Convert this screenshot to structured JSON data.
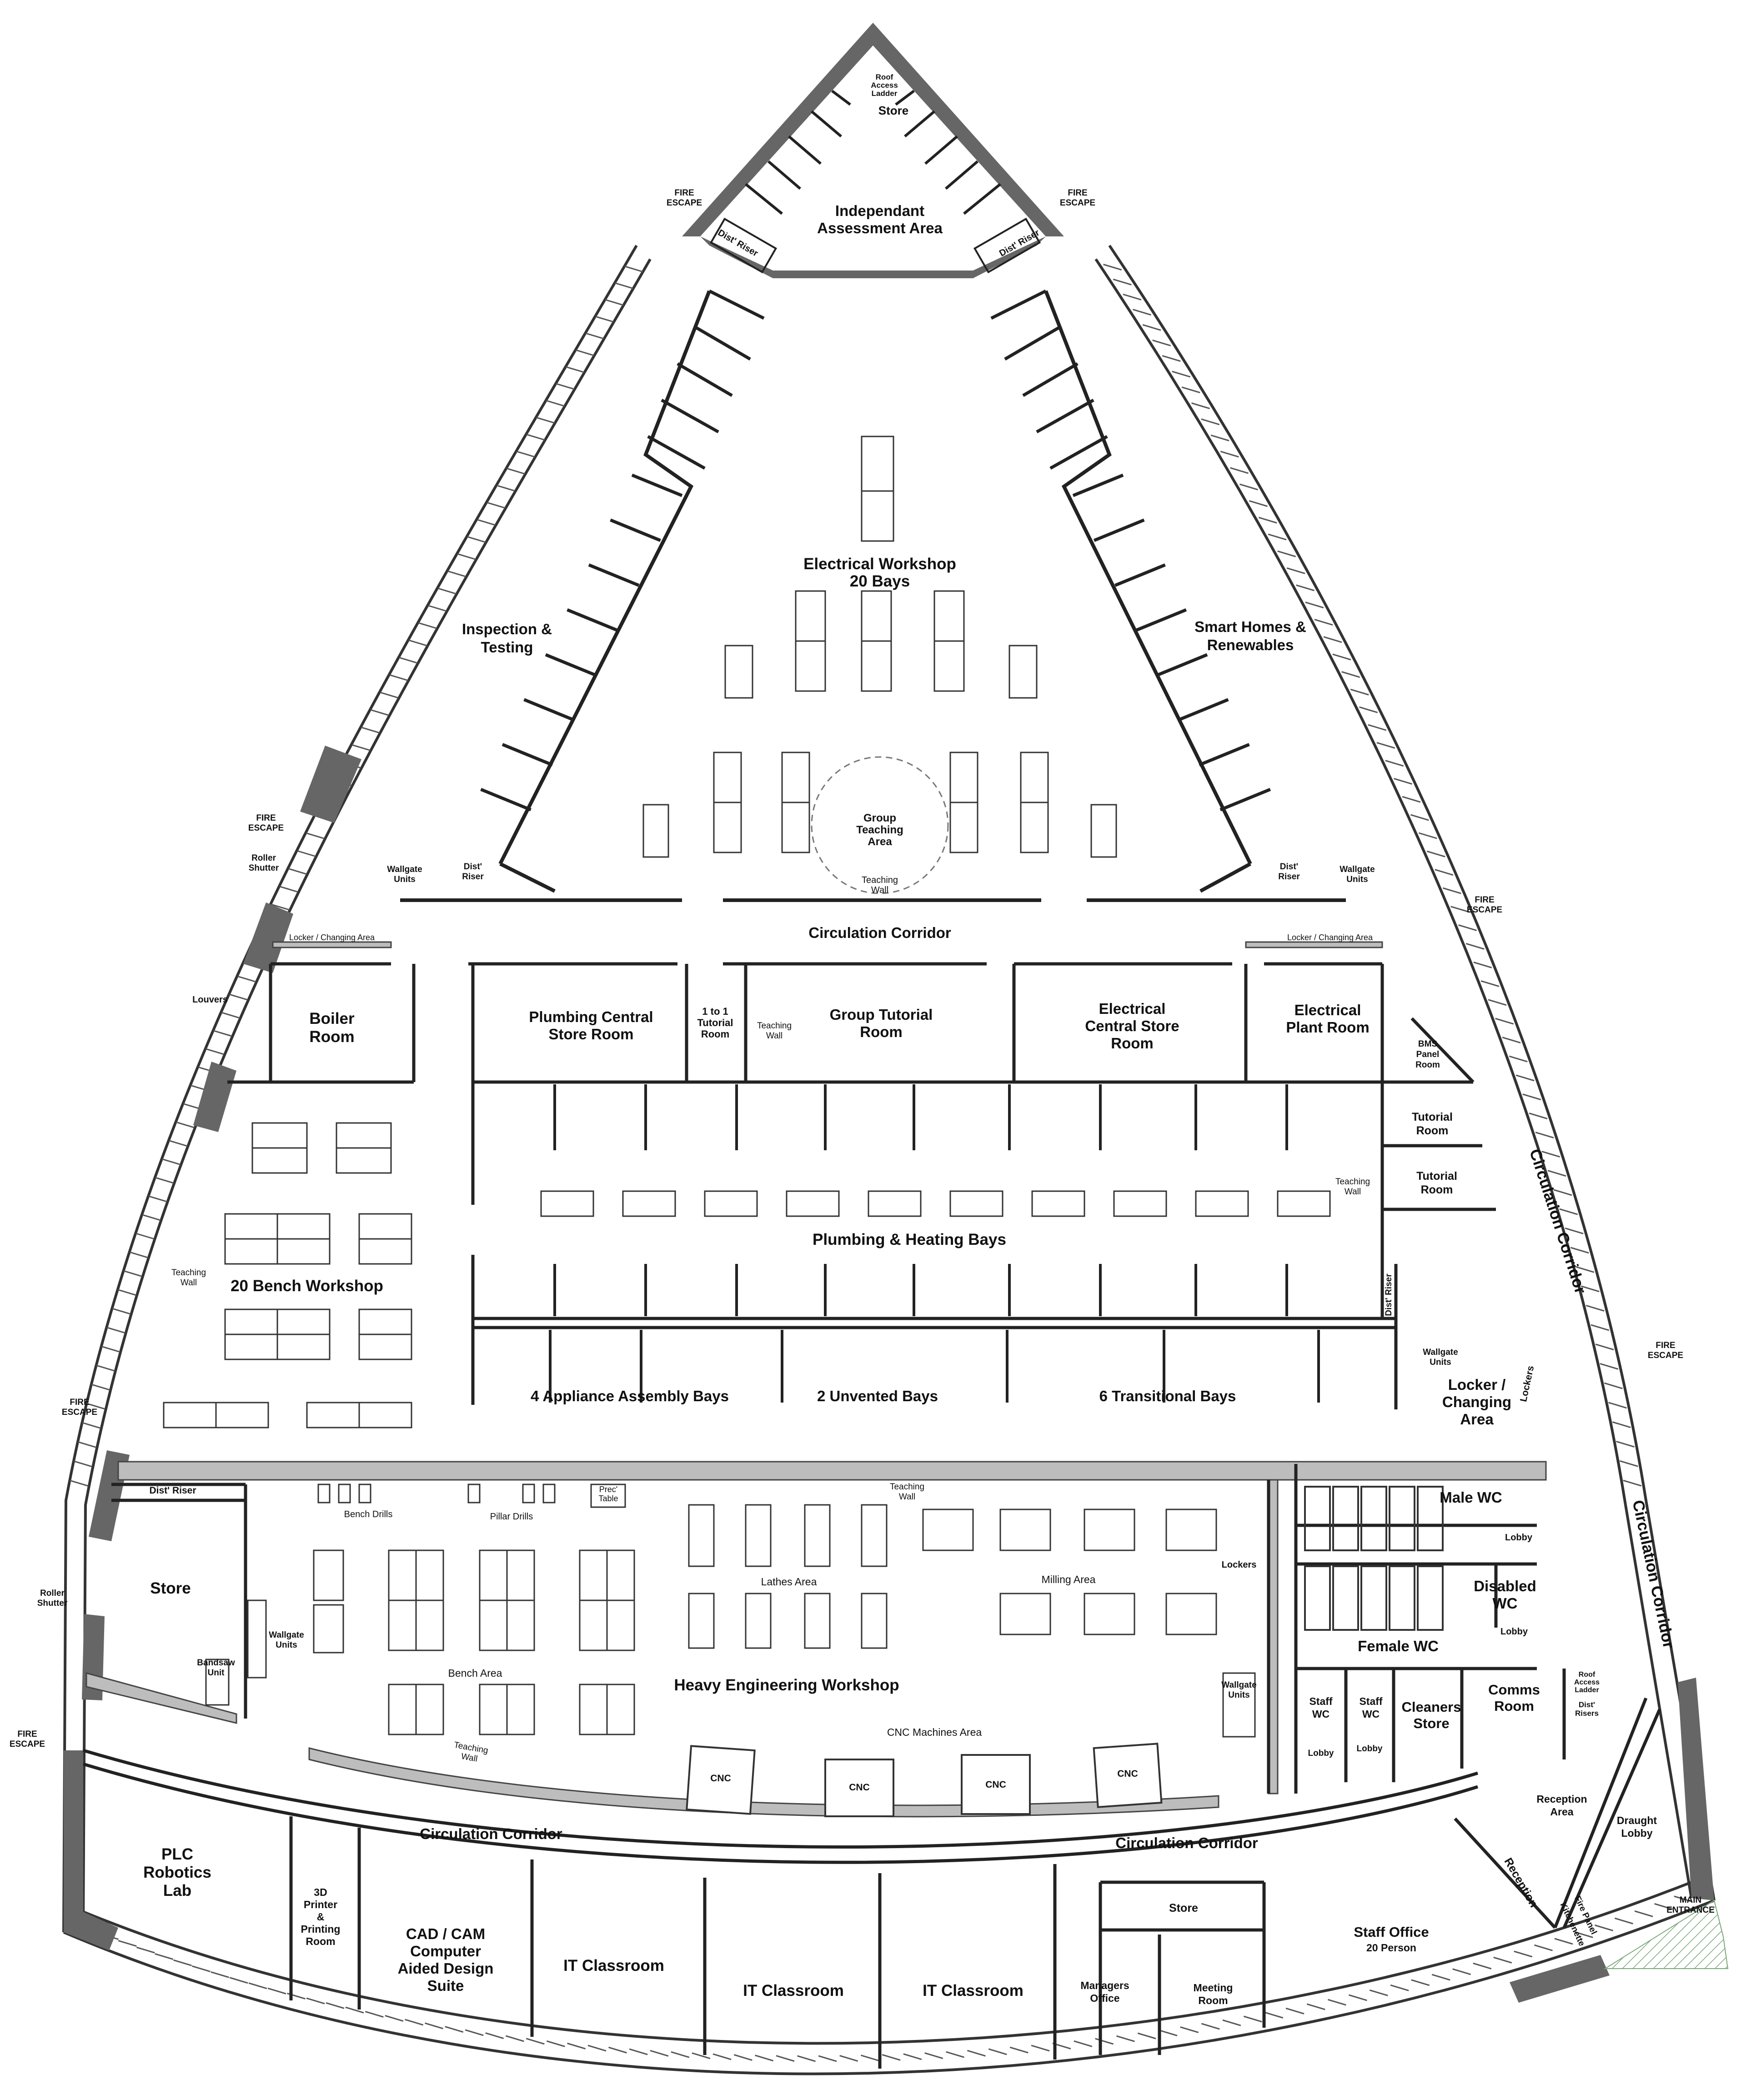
{
  "rooms": {
    "roof_access_ladder": "Roof Access Ladder",
    "top_store": "Store",
    "independant_assessment": "Independant Assessment Area",
    "dist_riser": "Dist' Riser",
    "fire_escape": "FIRE ESCAPE",
    "electrical_workshop": "Electrical Workshop 20 Bays",
    "inspection_testing": "Inspection & Testing",
    "smart_homes": "Smart Homes & Renewables",
    "group_teaching_area": "Group Teaching Area",
    "teaching_wall": "Teaching Wall",
    "wallgate_units": "Wallgate Units",
    "roller_shutter": "Roller Shutter",
    "locker_changing_strip": "Locker / Changing Area",
    "circulation_corridor": "Circulation Corridor",
    "louvers": "Louvers",
    "boiler_room": "Boiler Room",
    "plumbing_central_store": "Plumbing Central Store Room",
    "one_to_one": "1 to 1 Tutorial Room",
    "group_tutorial": "Group Tutorial Room",
    "electrical_central_store": "Electrical Central Store Room",
    "electrical_plant": "Electrical Plant Room",
    "bms_panel": "BMS Panel Room",
    "tutorial_room": "Tutorial Room",
    "bench_workshop": "20 Bench Workshop",
    "plumbing_heating_bays": "Plumbing & Heating Bays",
    "appliance_bays": "4 Appliance Assembly Bays",
    "unvented_bays": "2 Unvented Bays",
    "transitional_bays": "6 Transitional Bays",
    "locker_changing_area": "Locker / Changing Area",
    "lockers": "Lockers",
    "male_wc": "Male WC",
    "female_wc": "Female WC",
    "disabled_wc": "Disabled WC",
    "lobby": "Lobby",
    "store": "Store",
    "bandsaw_unit": "Bandsaw Unit",
    "bench_drills": "Bench Drills",
    "pillar_drills": "Pillar Drills",
    "prec_table": "Prec' Table",
    "lathes_area": "Lathes Area",
    "milling_area": "Milling Area",
    "bench_area": "Bench Area",
    "heavy_engineering": "Heavy Engineering Workshop",
    "cnc_machines_area": "CNC Machines Area",
    "cnc": "CNC",
    "staff_wc": "Staff WC",
    "cleaners_store": "Cleaners Store",
    "comms_room": "Comms Room",
    "dist_risers": "Dist' Risers",
    "reception_area": "Reception Area",
    "reception": "Reception",
    "kitchenette": "Kitchenette",
    "fire_panel": "Fire Panel",
    "draught_lobby": "Draught Lobby",
    "main_entrance": "MAIN ENTRANCE",
    "plc_robotics": "PLC Robotics Lab",
    "printer_room": "3D Printer & Printing Room",
    "cad_cam": "CAD / CAM Computer Aided Design Suite",
    "it_classroom": "IT Classroom",
    "managers_office": "Managers Office",
    "meeting_room": "Meeting Room",
    "staff_office": "Staff Office",
    "staff_office_sub": "20 Person"
  },
  "colors": {
    "wall": "#333333",
    "thick_wall": "#666666",
    "grey_band": "#bdbdbd",
    "glazing": "#9a9a9a",
    "entrance_hatch": "#7aa879",
    "line": "#222222"
  }
}
